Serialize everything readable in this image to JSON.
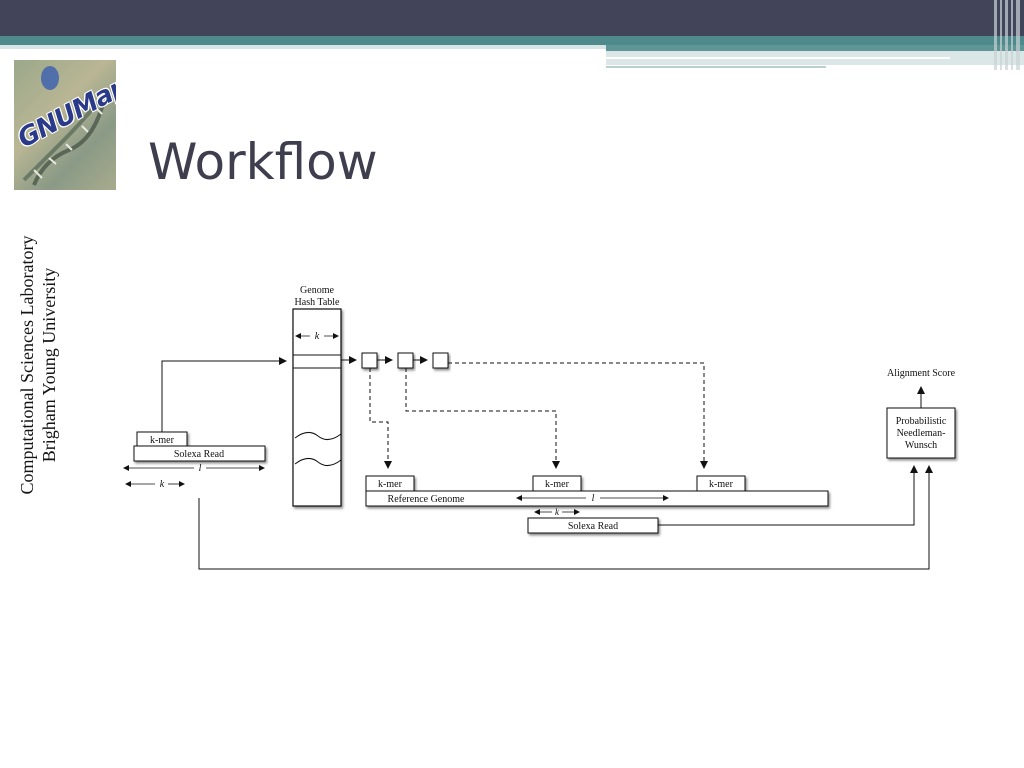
{
  "slide": {
    "title": "Workflow",
    "logo_text": "GNUMap",
    "side_line1": "Computational Sciences Laboratory",
    "side_line2": "Brigham Young University"
  },
  "diagram": {
    "hash_table_label_line1": "Genome",
    "hash_table_label_line2": "Hash Table",
    "k_symbol": "k",
    "l_symbol": "l",
    "kmer": "k-mer",
    "solexa_read": "Solexa Read",
    "reference_genome": "Reference Genome",
    "alignment_score": "Alignment Score",
    "pnw_line1": "Probabilistic",
    "pnw_line2": "Needleman-",
    "pnw_line3": "Wunsch"
  },
  "colors": {
    "header_dark": "#42445a",
    "header_teal": "#4e8a8c",
    "title": "#3e3e4e"
  }
}
